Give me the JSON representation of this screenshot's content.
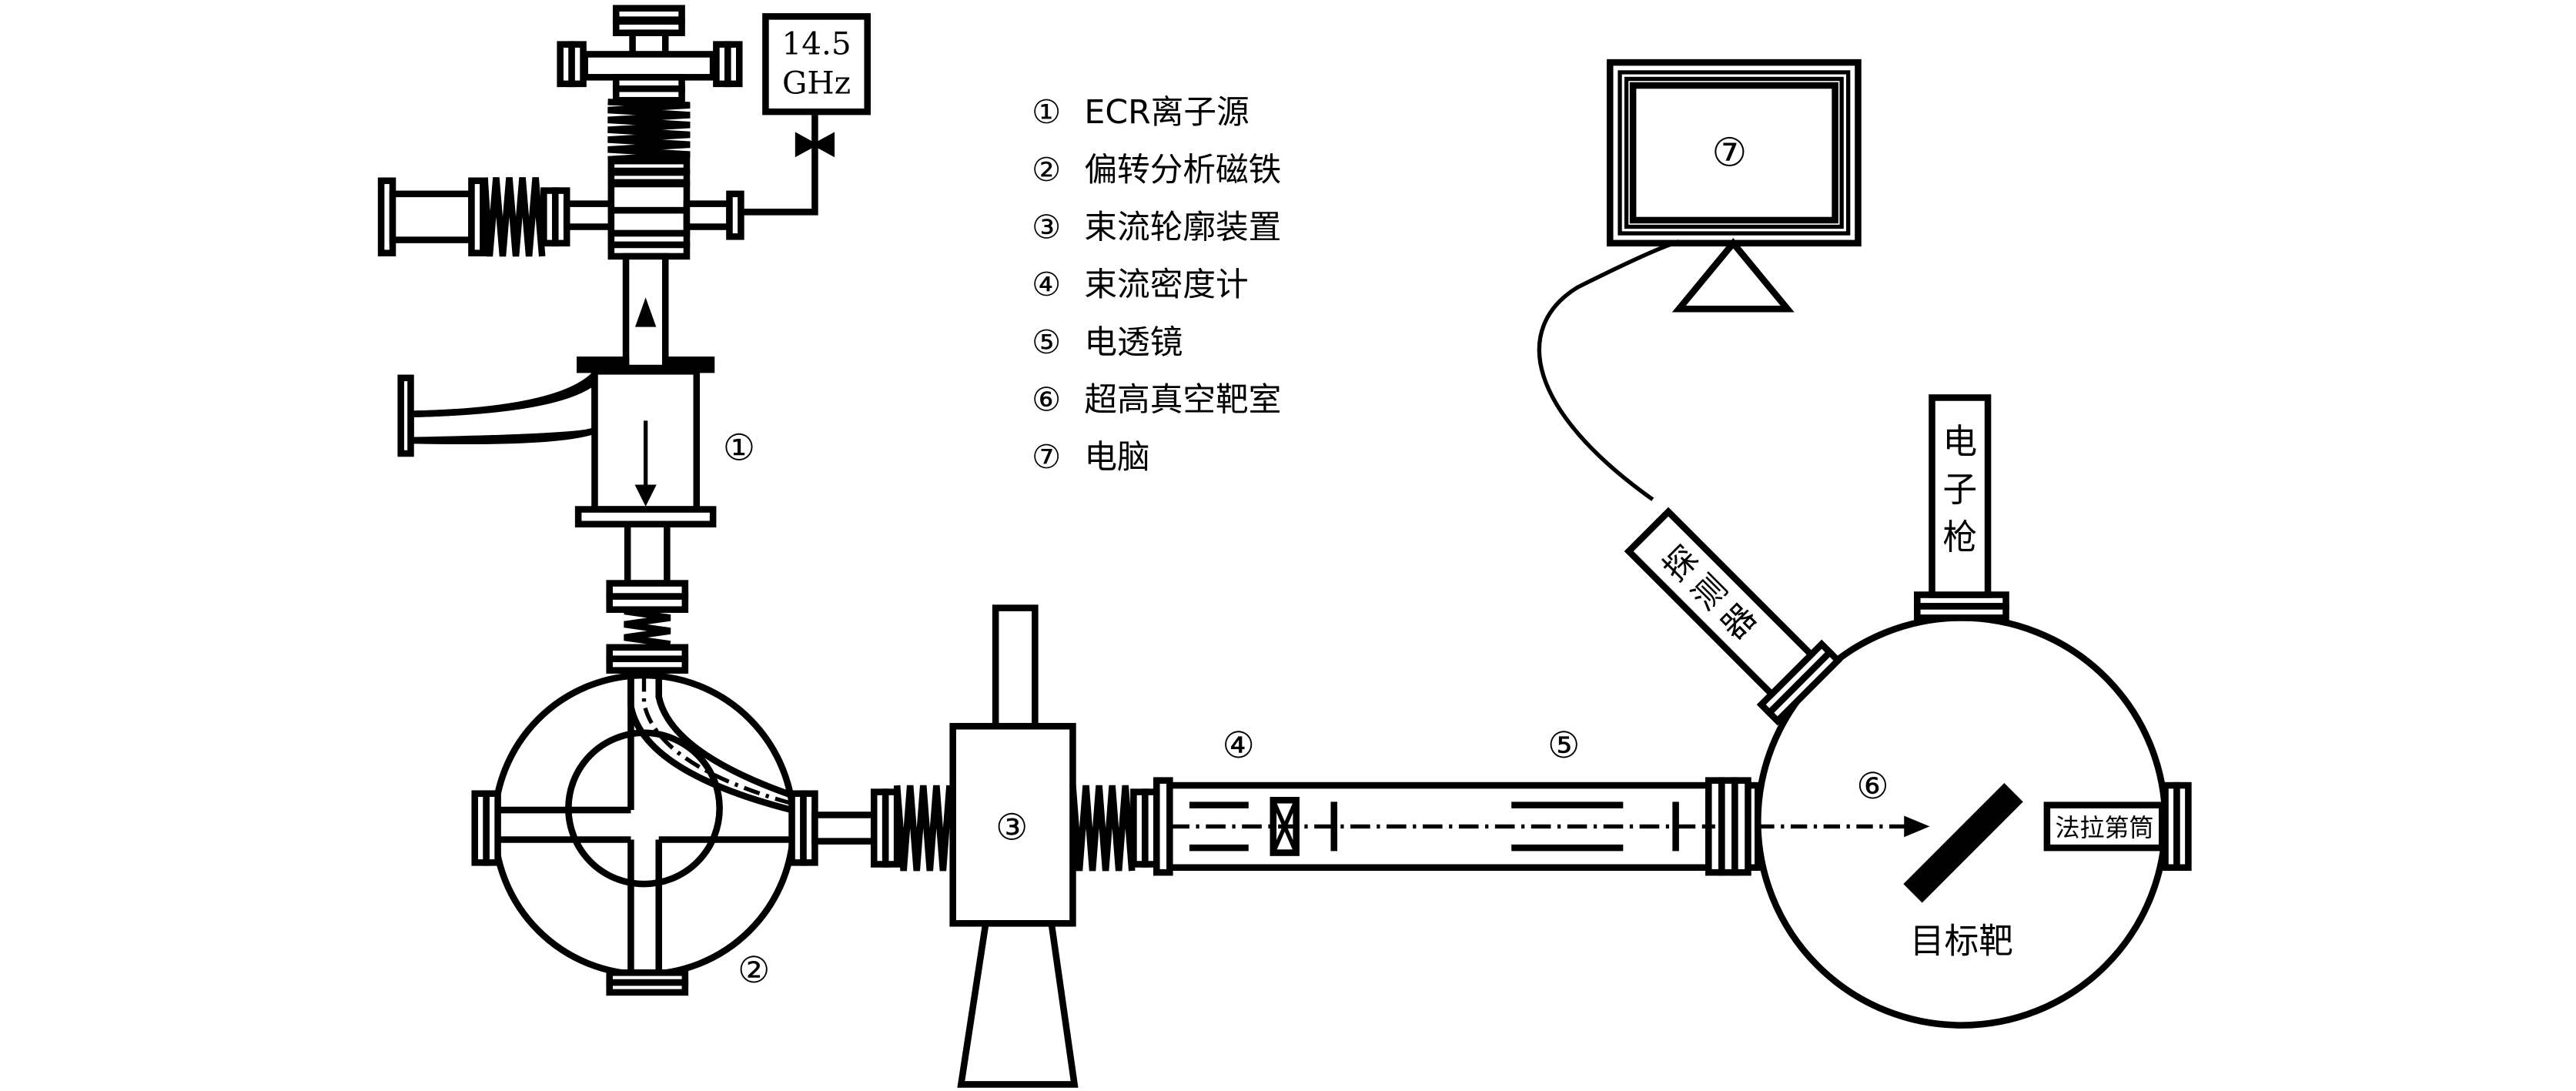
{
  "microwave": {
    "line1": "14.5",
    "line2": "GHz"
  },
  "legend": [
    {
      "num": "①",
      "label": "ECR离子源"
    },
    {
      "num": "②",
      "label": "偏转分析磁铁"
    },
    {
      "num": "③",
      "label": "束流轮廓装置"
    },
    {
      "num": "④",
      "label": "束流密度计"
    },
    {
      "num": "⑤",
      "label": "电透镜"
    },
    {
      "num": "⑥",
      "label": "超高真空靶室"
    },
    {
      "num": "⑦",
      "label": "电脑"
    }
  ],
  "markers": {
    "m1": "①",
    "m2": "②",
    "m3": "③",
    "m4": "④",
    "m5": "⑤",
    "m6": "⑥",
    "m7": "⑦"
  },
  "labels": {
    "detector": [
      "探",
      "测",
      "器"
    ],
    "electron_gun": [
      "电",
      "子",
      "枪"
    ],
    "faraday_cup": "法拉第筒",
    "target": "目标靶"
  }
}
